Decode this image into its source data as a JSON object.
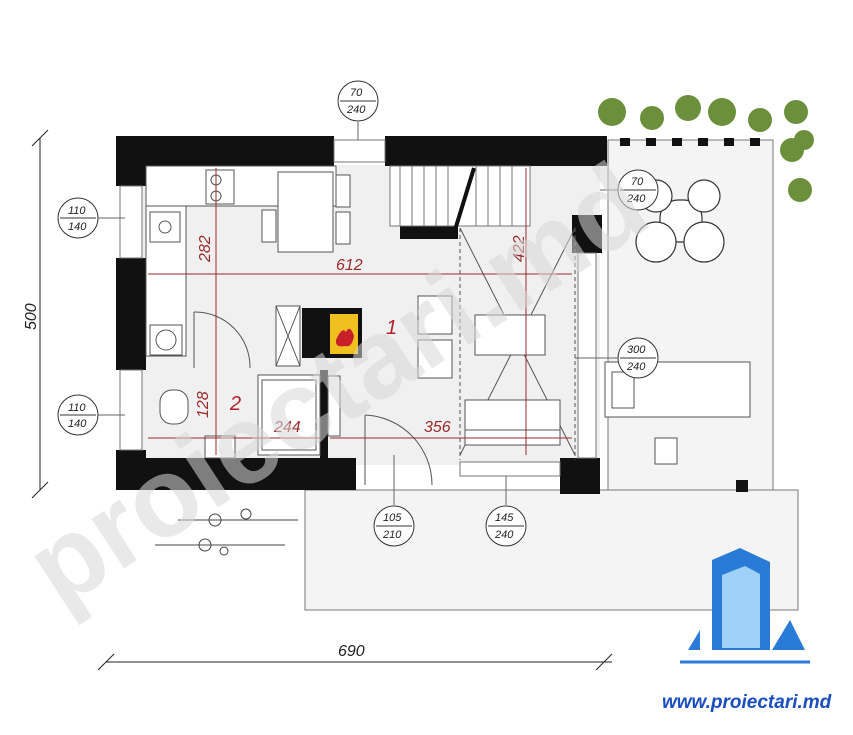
{
  "plan": {
    "overall_width": "690",
    "overall_height": "500",
    "interior_dims": {
      "room_length": "612",
      "kitchen_depth": "282",
      "stair_depth": "422",
      "bath_depth": "128",
      "bath_width": "244",
      "hall_width": "356"
    },
    "rooms": [
      "1",
      "2"
    ],
    "openings": [
      {
        "top": "70",
        "bottom": "240"
      },
      {
        "top": "110",
        "bottom": "140"
      },
      {
        "top": "70",
        "bottom": "240"
      },
      {
        "top": "300",
        "bottom": "240"
      },
      {
        "top": "110",
        "bottom": "140"
      },
      {
        "top": "105",
        "bottom": "210"
      },
      {
        "top": "145",
        "bottom": "240"
      }
    ]
  },
  "watermark": "proiectari.md",
  "logo": {
    "url_text": "www.proiectari.md",
    "accent": "#1a4ec0"
  },
  "colors": {
    "wall": "#111111",
    "floor": "#f2f2f2",
    "dimension": "#9a2a2a",
    "fireplace": "#f0c020",
    "plants": "#6b8f3a"
  }
}
